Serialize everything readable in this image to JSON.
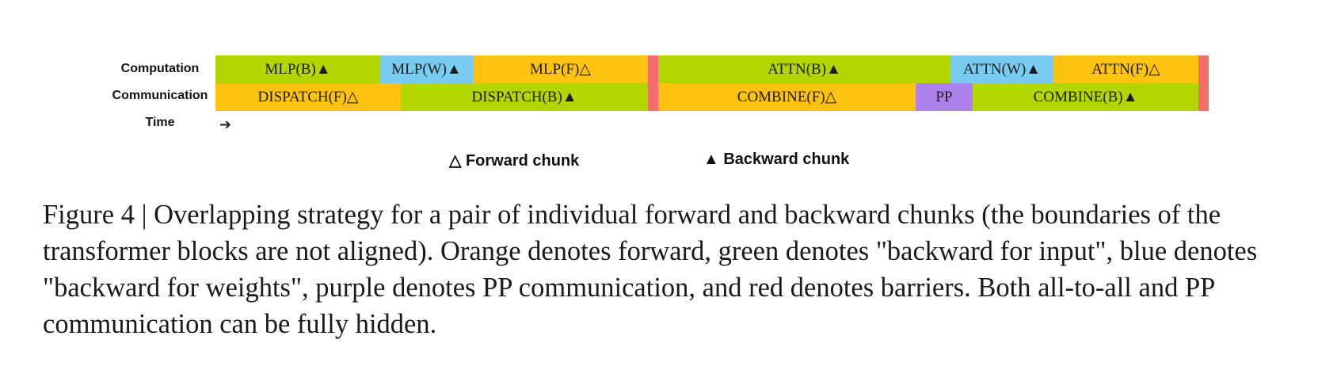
{
  "rows": {
    "computation_label": "Computation",
    "communication_label": "Communication",
    "time_label": "Time",
    "time_arrow": "➔"
  },
  "colors": {
    "forward": "#FFC20E",
    "backward_input": "#B3D600",
    "backward_weights": "#78CCF2",
    "pp": "#AE82ED",
    "barrier": "#F46C6C"
  },
  "timeline": {
    "total_units": 1254,
    "computation": [
      {
        "label": "MLP(B)▲",
        "kind": "backward_input",
        "start": 0,
        "end": 208
      },
      {
        "label": "MLP(W)▲",
        "kind": "backward_weights",
        "start": 208,
        "end": 325
      },
      {
        "label": "MLP(F)△",
        "kind": "forward",
        "start": 325,
        "end": 546
      },
      {
        "label": "",
        "kind": "barrier",
        "start": 546,
        "end": 559
      },
      {
        "label": "ATTN(B)▲",
        "kind": "backward_input",
        "start": 559,
        "end": 928
      },
      {
        "label": "ATTN(W)▲",
        "kind": "backward_weights",
        "start": 928,
        "end": 1058
      },
      {
        "label": "ATTN(F)△",
        "kind": "forward",
        "start": 1058,
        "end": 1241
      },
      {
        "label": "",
        "kind": "barrier",
        "start": 1241,
        "end": 1254
      }
    ],
    "communication": [
      {
        "label": "DISPATCH(F)△",
        "kind": "forward",
        "start": 0,
        "end": 234
      },
      {
        "label": "DISPATCH(B)▲",
        "kind": "backward_input",
        "start": 234,
        "end": 546
      },
      {
        "label": "",
        "kind": "barrier",
        "start": 546,
        "end": 559
      },
      {
        "label": "COMBINE(F)△",
        "kind": "forward",
        "start": 559,
        "end": 884
      },
      {
        "label": "PP",
        "kind": "pp",
        "start": 884,
        "end": 956
      },
      {
        "label": "COMBINE(B)▲",
        "kind": "backward_input",
        "start": 956,
        "end": 1241
      },
      {
        "label": "",
        "kind": "barrier",
        "start": 1241,
        "end": 1254
      }
    ]
  },
  "legend": {
    "forward": "△ Forward chunk",
    "backward": "▲ Backward chunk"
  },
  "caption": "Figure 4 | Overlapping strategy for a pair of individual forward and backward chunks (the boundaries of the transformer blocks are not aligned). Orange denotes forward, green denotes \"backward for input\", blue denotes \"backward for weights\", purple denotes PP communication, and red denotes barriers. Both all-to-all and PP communication can be fully hidden."
}
